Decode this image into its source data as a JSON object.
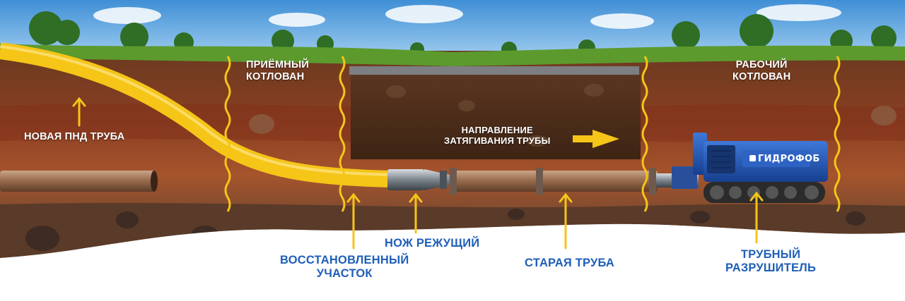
{
  "labels": {
    "new_pipe": "НОВАЯ ПНД ТРУБА",
    "receiving_pit": [
      "ПРИЁМНЫЙ",
      "КОТЛОВАН"
    ],
    "working_pit": [
      "РАБОЧИЙ",
      "КОТЛОВАН"
    ],
    "direction": [
      "НАПРАВЛЕНИЕ",
      "ЗАТЯГИВАНИЯ ТРУБЫ"
    ],
    "cutter": "НОЖ РЕЖУЩИЙ",
    "restored": [
      "ВОССТАНОВЛЕННЫЙ",
      "УЧАСТОК"
    ],
    "old_pipe": "СТАРАЯ ТРУБА",
    "bursting_machine": [
      "ТРУБНЫЙ",
      "РАЗРУШИТЕЛЬ"
    ]
  },
  "brand": "ГИДРОФОБ",
  "colors": {
    "sky": "#6fb3e6",
    "grass": "#5c9a2e",
    "topsoil": "#7a3f22",
    "clay": "#a0522d",
    "gravel": "#6b4a35",
    "new_pipe": "#f5c518",
    "old_pipe": "#9a6e4f",
    "machine": "#1f55b8",
    "callout_line": "#f5c518",
    "callout_text": "#1f5fb8",
    "label_text": "#ffffff"
  }
}
